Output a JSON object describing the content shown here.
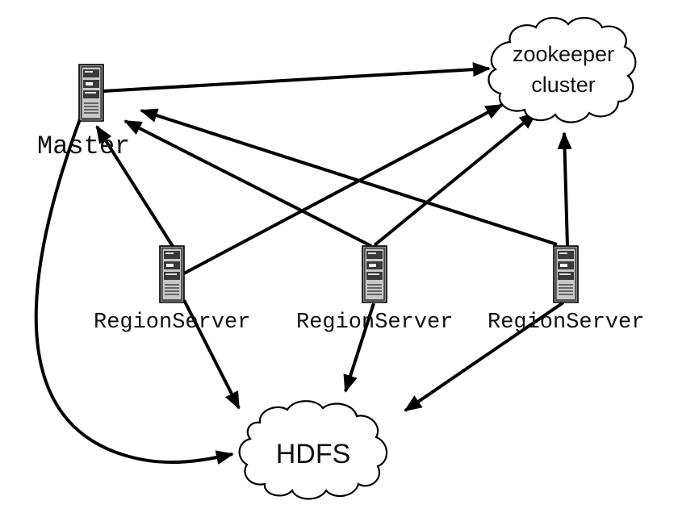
{
  "nodes": {
    "master": {
      "label": "Master",
      "kind": "server-icon"
    },
    "zookeeper": {
      "label_line1": "zookeeper",
      "label_line2": "cluster",
      "kind": "cloud"
    },
    "hdfs": {
      "label": "HDFS",
      "kind": "cloud"
    },
    "region_servers": [
      {
        "label": "RegionServer",
        "kind": "server-icon"
      },
      {
        "label": "RegionServer",
        "kind": "server-icon"
      },
      {
        "label": "RegionServer",
        "kind": "server-icon"
      }
    ]
  },
  "edges": [
    {
      "from": "master",
      "to": "zookeeper"
    },
    {
      "from": "region_servers.0",
      "to": "master"
    },
    {
      "from": "region_servers.1",
      "to": "master"
    },
    {
      "from": "region_servers.2",
      "to": "master"
    },
    {
      "from": "region_servers.0",
      "to": "zookeeper"
    },
    {
      "from": "region_servers.1",
      "to": "zookeeper"
    },
    {
      "from": "region_servers.2",
      "to": "zookeeper"
    },
    {
      "from": "region_servers.0",
      "to": "hdfs"
    },
    {
      "from": "region_servers.1",
      "to": "hdfs"
    },
    {
      "from": "region_servers.2",
      "to": "hdfs"
    },
    {
      "from": "master",
      "to": "hdfs"
    }
  ],
  "colors": {
    "line": "#000000",
    "server_body": "#9a9a9a",
    "server_dark": "#3a3a3a",
    "background": "#ffffff"
  }
}
